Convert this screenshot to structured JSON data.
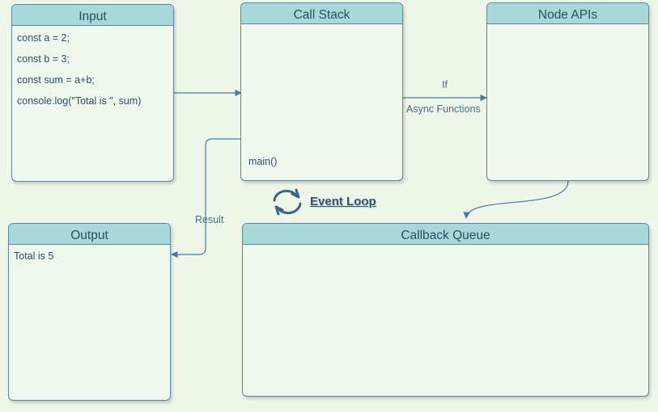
{
  "panels": {
    "input": {
      "title": "Input",
      "lines": [
        "const a = 2;",
        "const b = 3;",
        "const sum = a+b;",
        "console.log(\"Total is \", sum)"
      ]
    },
    "call_stack": {
      "title": "Call Stack",
      "entries": [
        "main()"
      ]
    },
    "node_apis": {
      "title": "Node APIs"
    },
    "output": {
      "title": "Output",
      "lines": [
        "Total is 5"
      ]
    },
    "callback_queue": {
      "title": "Callback Queue"
    }
  },
  "connectors": {
    "async": {
      "label_top": "If",
      "label_bottom": "Async Functions"
    },
    "result": {
      "label": "Result"
    }
  },
  "event_loop": {
    "label": "Event Loop",
    "icon": "refresh-cycle-icon"
  },
  "colors": {
    "background": "#eef6ea",
    "panel_header": "#a8d9da",
    "border": "#5b86a6",
    "text": "#2f4f63"
  }
}
